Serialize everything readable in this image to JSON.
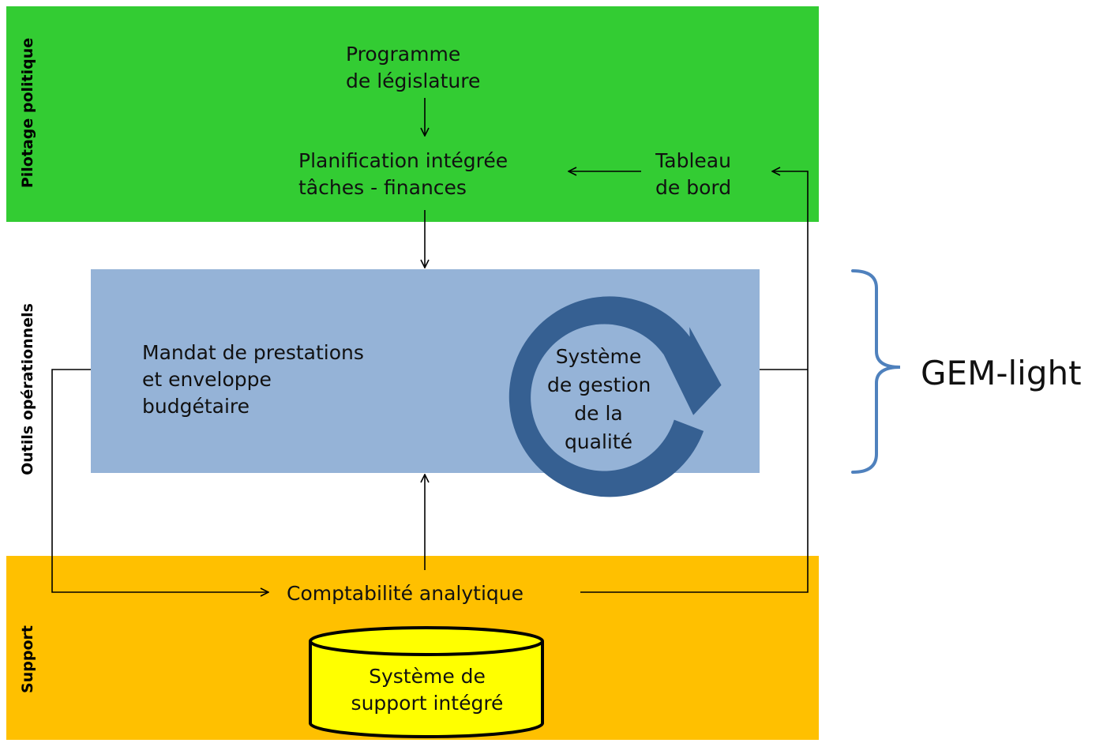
{
  "bands": {
    "pilotage": "Pilotage politique",
    "outils": "Outils opérationnels",
    "support": "Support"
  },
  "nodes": {
    "programme": [
      "Programme",
      "de législature"
    ],
    "planification": [
      "Planification intégrée",
      "tâches - finances"
    ],
    "tableau": [
      "Tableau",
      "de bord"
    ],
    "mandat": [
      "Mandat de prestations",
      "et enveloppe",
      "budgétaire"
    ],
    "qualite": [
      "Système",
      "de gestion",
      "de la",
      "qualité"
    ],
    "comptabilite": "Comptabilité analytique",
    "support_systeme": [
      "Système de",
      "support intégré"
    ]
  },
  "bracket_label": "GEM-light",
  "colors": {
    "pilotage_band": "#33cc33",
    "support_band": "#ffc000",
    "ops_box": "#95b3d7",
    "cycle_arrow": "#366092",
    "cylinder": "#ffff00",
    "bracket": "#4f81bd"
  }
}
